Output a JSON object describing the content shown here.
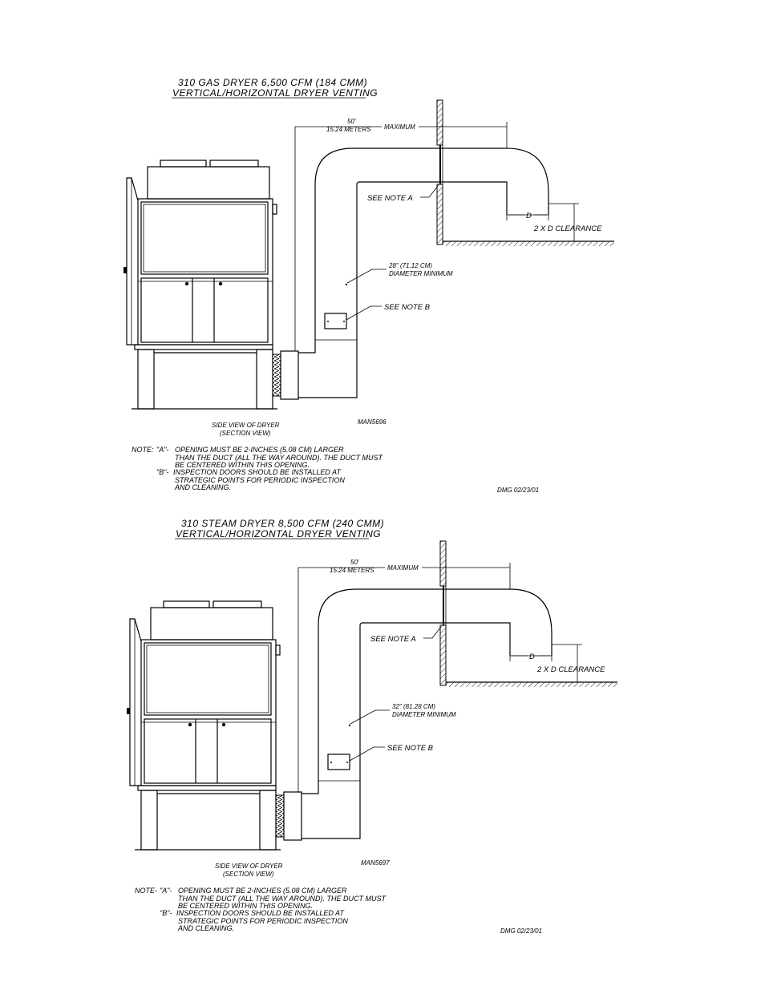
{
  "diagrams": [
    {
      "title": "310 GAS DRYER 6,500 CFM (184 CMM)",
      "subtitle": "VERTICAL/HORIZONTAL DRYER VENTING",
      "length_ft": "50'",
      "length_m": "15.24 METERS",
      "maximum": "MAXIMUM",
      "see_note_a": "SEE NOTE A",
      "see_note_b": "SEE NOTE B",
      "d_label": "D",
      "clearance": "2 X D CLEARANCE",
      "diameter": "28\" (71.12 CM)",
      "diameter_min": "DIAMETER MINIMUM",
      "drawing_no": "MAN5696",
      "view_label": "SIDE VIEW OF DRYER",
      "view_sub": "(SECTION VIEW)",
      "note_prefix": "NOTE:",
      "note_a_key": "\"A\"-",
      "note_a_1": "OPENING MUST BE 2-INCHES (5.08 CM) LARGER",
      "note_a_2": "THAN THE DUCT (ALL THE WAY AROUND). THE DUCT MUST",
      "note_a_3": "BE CENTERED WITHIN THIS OPENING.",
      "note_b_key": "\"B\"-",
      "note_b_1": "INSPECTION DOORS SHOULD BE INSTALLED AT",
      "note_b_2": "STRATEGIC POINTS FOR PERIODIC INSPECTION",
      "note_b_3": "AND CLEANING.",
      "date": "DMG 02/23/01"
    },
    {
      "title": "310 STEAM DRYER 8,500 CFM (240 CMM)",
      "subtitle": "VERTICAL/HORIZONTAL DRYER VENTING",
      "length_ft": "50'",
      "length_m": "15.24 METERS",
      "maximum": "MAXIMUM",
      "see_note_a": "SEE NOTE A",
      "see_note_b": "SEE NOTE B",
      "d_label": "D",
      "clearance": "2 X D CLEARANCE",
      "diameter": "32\" (81.28 CM)",
      "diameter_min": "DIAMETER MINIMUM",
      "drawing_no": "MAN5697",
      "view_label": "SIDE VIEW OF DRYER",
      "view_sub": "(SECTION VIEW)",
      "note_prefix": "NOTE-",
      "note_a_key": "\"A\"-",
      "note_a_1": "OPENING MUST BE 2-INCHES (5.08 CM) LARGER",
      "note_a_2": "THAN THE DUCT (ALL THE WAY AROUND). THE DUCT MUST",
      "note_a_3": "BE CENTERED WITHIN THIS OPENING.",
      "note_b_key": "\"B\"-",
      "note_b_1": "INSPECTION DOORS SHOULD BE INSTALLED AT",
      "note_b_2": "STRATEGIC POINTS FOR PERIODIC INSPECTION",
      "note_b_3": "AND CLEANING.",
      "date": "DMG 02/23/01"
    }
  ]
}
